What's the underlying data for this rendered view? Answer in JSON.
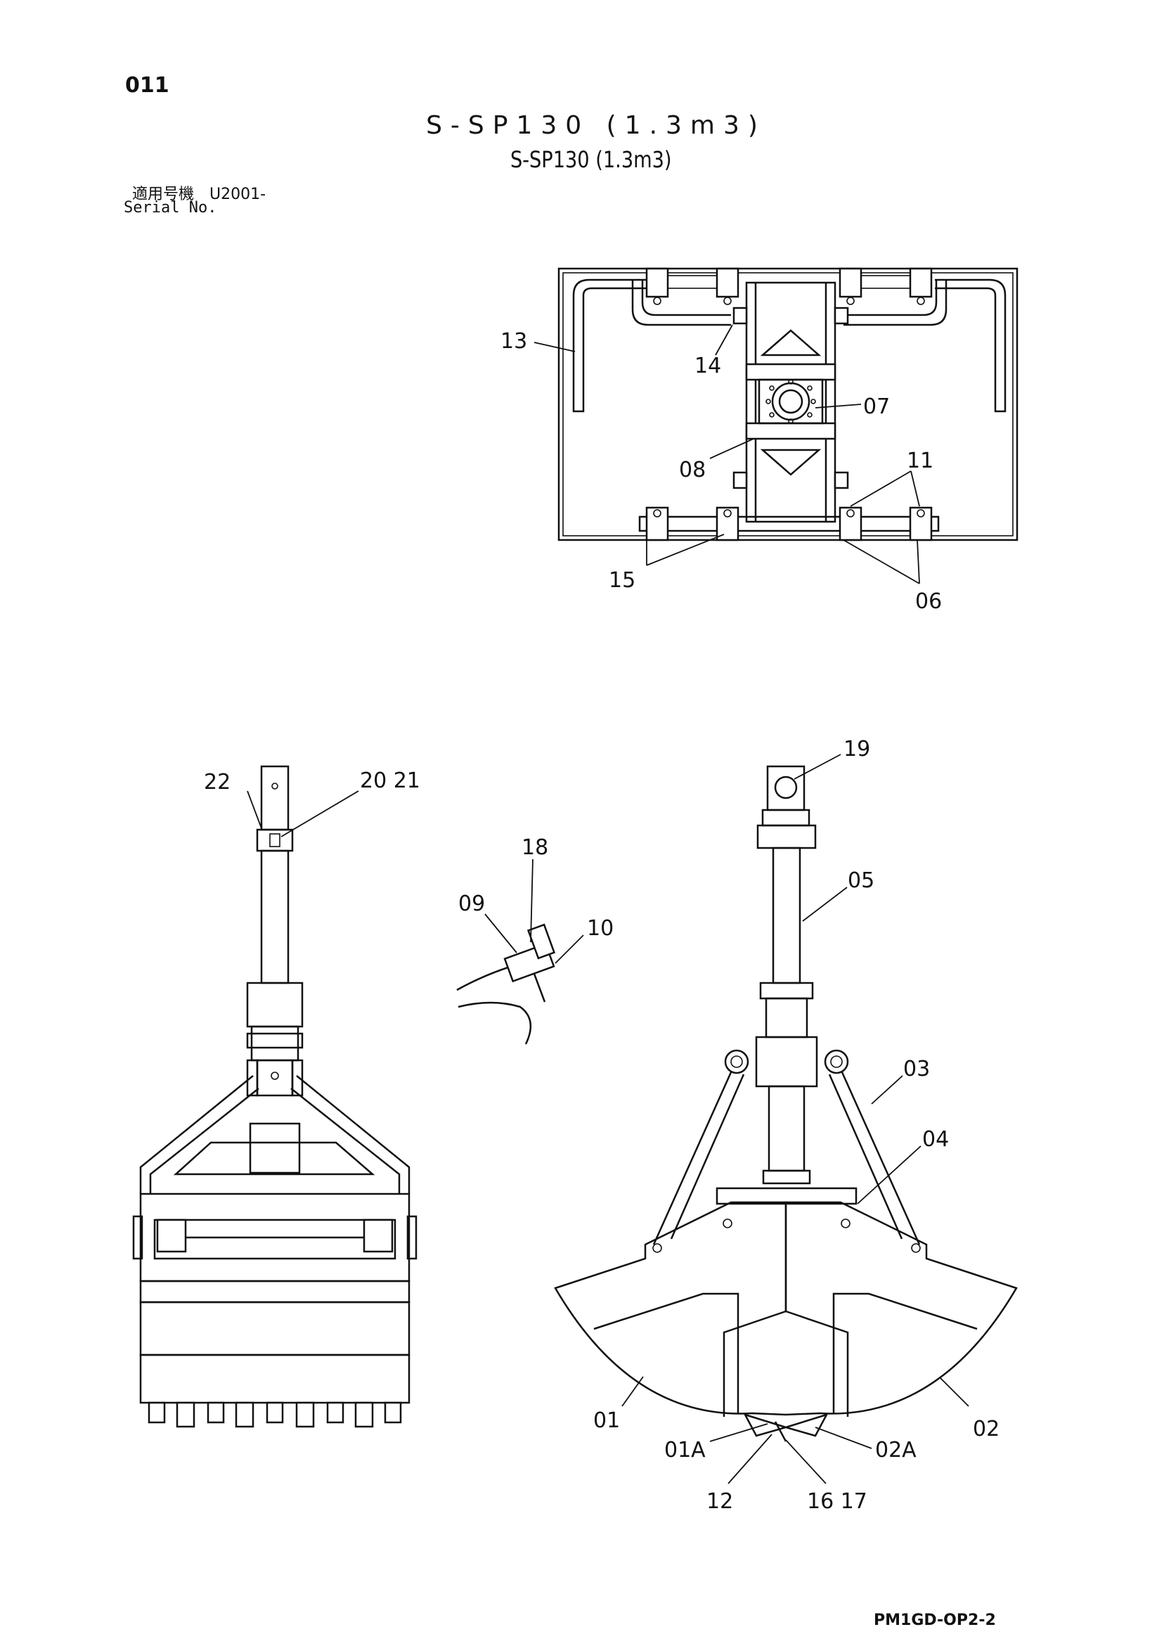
{
  "page": {
    "number": "011",
    "title_spaced": "S-SP130 (1.3m3)",
    "title": "S-SP130 (1.3m3)",
    "serial_label_jp": "適用号機　U2001-",
    "serial_label_en": "Serial No.",
    "doc_code": "PM1GD-OP2-2"
  },
  "callouts": {
    "c13": "13",
    "c14": "14",
    "c07": "07",
    "c08": "08",
    "c11": "11",
    "c15": "15",
    "c06": "06",
    "c22": "22",
    "c20_21": "20 21",
    "c18": "18",
    "c09": "09",
    "c10": "10",
    "c19": "19",
    "c05": "05",
    "c03": "03",
    "c04": "04",
    "c01": "01",
    "c02": "02",
    "c01A": "01A",
    "c02A": "02A",
    "c12": "12",
    "c16_17": "16 17"
  }
}
